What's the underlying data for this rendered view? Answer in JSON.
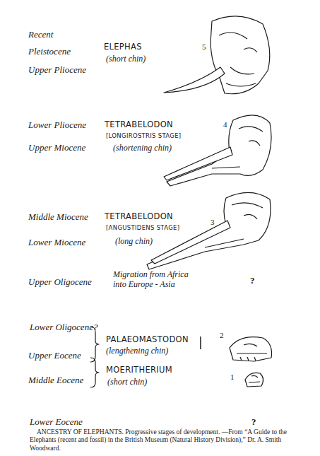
{
  "diagram": {
    "caption": "ANCESTRY OF ELEPHANTS. Progressive stages of development. —From “A Guide to the Elephants (recent and fossil) in the British Museum (Natural History Division),” Dr. A. Smith Woodward.",
    "labels": [
      "Recent",
      "Pleistocene",
      "Upper Pliocene",
      "ELEPHAS",
      "(short chin)",
      "5",
      "Lower Pliocene",
      "TETRABELODON",
      "[LONGIROSTRIS STAGE]",
      "(shortening chin)",
      "4",
      "Upper Miocene",
      "Middle Miocene",
      "TETRABELODON",
      "[ANGUSTIDENS STAGE]",
      "(long chin)",
      "3",
      "Lower Miocene",
      "Upper Oligocene",
      "Migration from Africa into Europe - Asia",
      "?",
      "Lower Oligocene?",
      "PALAEOMASTODON",
      "(lengthening chin)",
      "2",
      "Upper Eocene",
      "MOERITHERIUM",
      "(short chin)",
      "1",
      "Middle Eocene",
      "Lower Eocene",
      "?"
    ]
  }
}
